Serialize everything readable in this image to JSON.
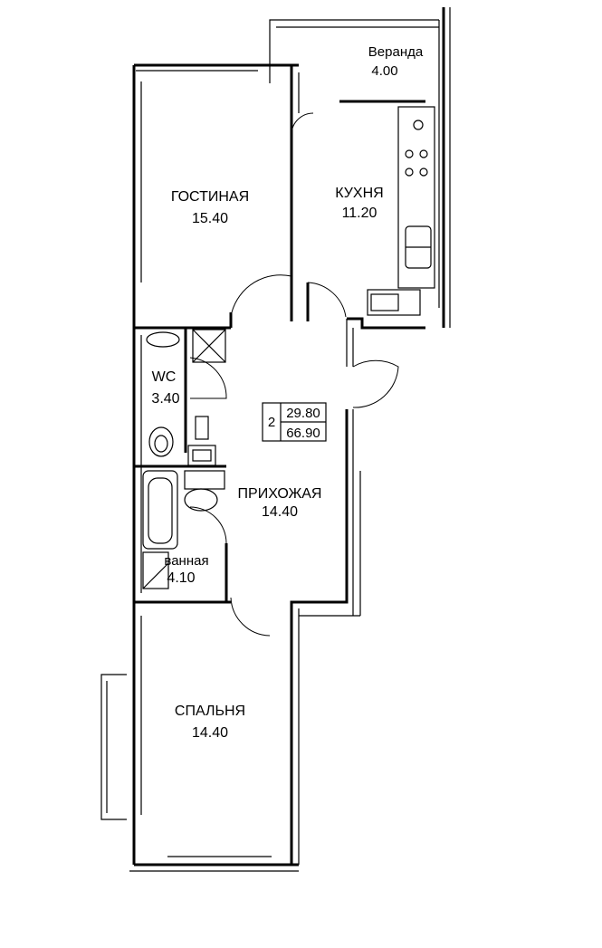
{
  "plan": {
    "rooms": {
      "veranda": {
        "name": "Веранда",
        "area": "4.00"
      },
      "kitchen": {
        "name": "КУХНЯ",
        "area": "11.20"
      },
      "living": {
        "name": "ГОСТИНАЯ",
        "area": "15.40"
      },
      "wc": {
        "name": "WC",
        "area": "3.40"
      },
      "hall": {
        "name": "ПРИХОЖАЯ",
        "area": "14.40"
      },
      "bath": {
        "name": "ванная",
        "area": "4.10"
      },
      "bedroom": {
        "name": "СПАЛЬНЯ",
        "area": "14.40"
      }
    },
    "summary": {
      "rooms_count": "2",
      "living_area": "29.80",
      "total_area": "66.90"
    }
  }
}
